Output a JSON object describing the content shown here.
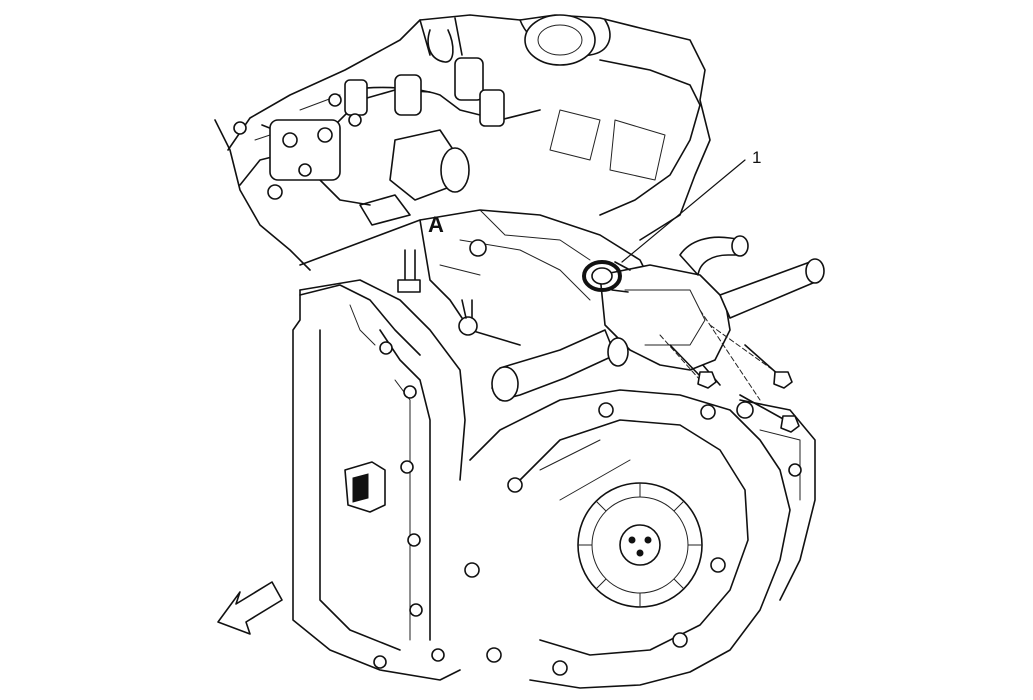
{
  "figure": {
    "callouts": [
      {
        "id": "callout-1",
        "label": "1"
      }
    ],
    "markers": [
      {
        "id": "orientation-mark-a",
        "label": "A"
      }
    ],
    "icons": [
      "front-direction-arrow-icon"
    ]
  }
}
